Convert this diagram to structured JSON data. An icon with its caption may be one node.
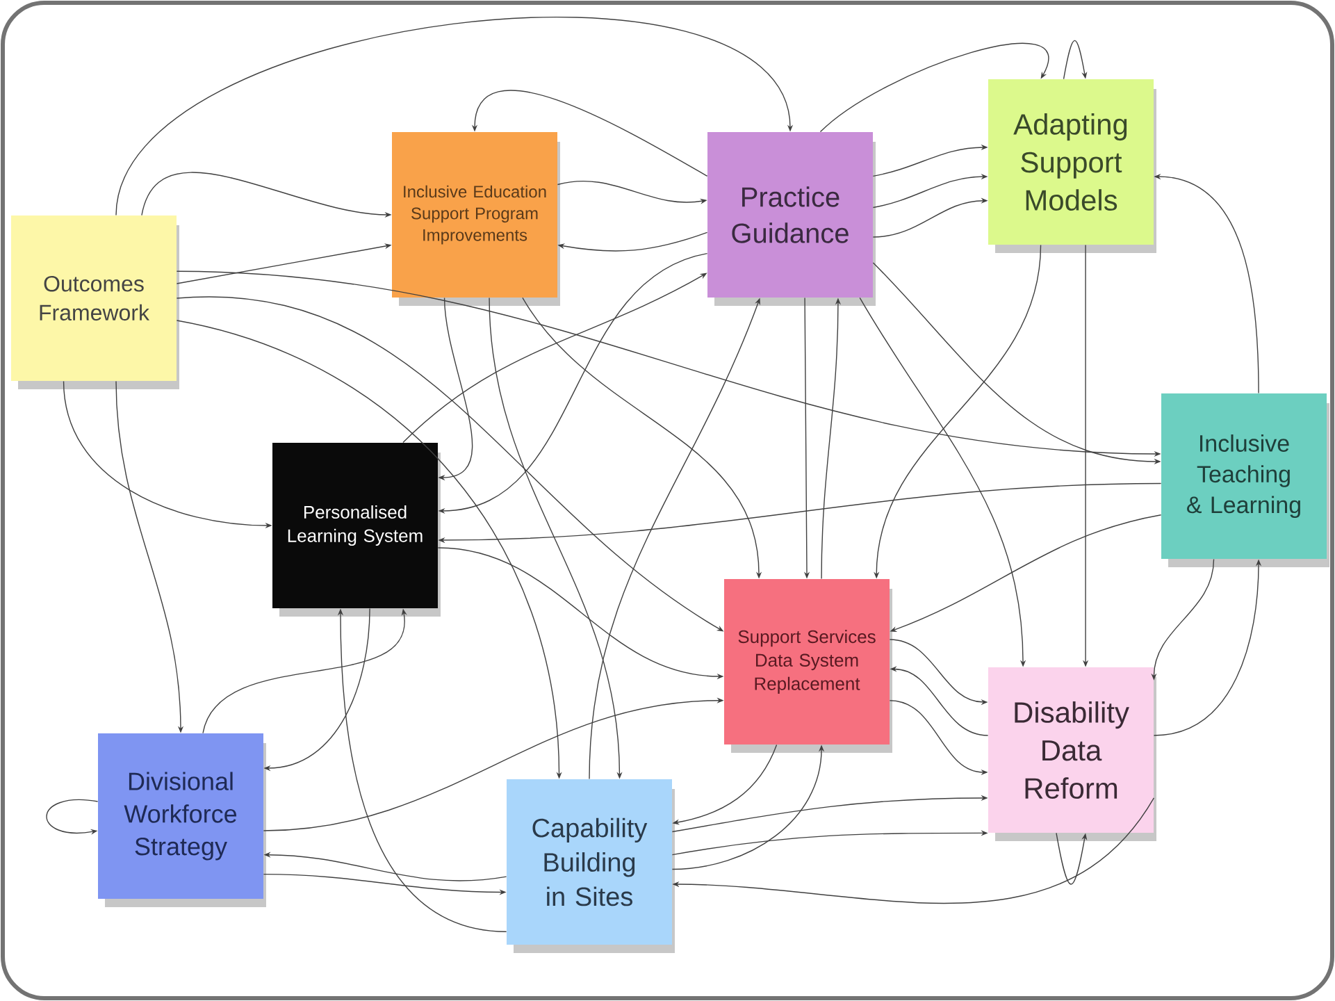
{
  "diagram": {
    "nodes": [
      {
        "text": [
          "Outcomes Framework"
        ]
      },
      {
        "text": [
          "Inclusive Education Support Program Improvements"
        ]
      },
      {
        "text": [
          "Practice Guidance"
        ]
      },
      {
        "text": [
          "Adapting Support Models"
        ]
      },
      {
        "text": [
          "Personalised Learning System"
        ]
      },
      {
        "text": [
          "Inclusive Teaching & Learning"
        ]
      },
      {
        "text": [
          "Support Services Data System Replacement"
        ]
      },
      {
        "text": [
          "Divisional Workforce Strategy"
        ]
      },
      {
        "text": [
          "Capability Building in Sites"
        ]
      },
      {
        "text": [
          "Disability Data Reform"
        ]
      }
    ],
    "edges": [
      {
        "from": 0,
        "to": 2,
        "arrow": "to"
      },
      {
        "from": 0,
        "to": 1,
        "arrow": "to"
      },
      {
        "from": 0,
        "to": 1,
        "arrow": "to"
      },
      {
        "from": 0,
        "to": 5,
        "arrow": "to"
      },
      {
        "from": 0,
        "to": 6,
        "arrow": "to"
      },
      {
        "from": 0,
        "to": 8,
        "arrow": "to"
      },
      {
        "from": 0,
        "to": 4,
        "arrow": "to"
      },
      {
        "from": 0,
        "to": 7,
        "arrow": "to"
      },
      {
        "from": 2,
        "to": 1,
        "arrow": "to"
      },
      {
        "from": 1,
        "to": 2,
        "arrow": "to"
      },
      {
        "from": 2,
        "to": 1,
        "arrow": "to"
      },
      {
        "from": 2,
        "to": 3,
        "arrow": "to"
      },
      {
        "from": 2,
        "to": 3,
        "arrow": "to"
      },
      {
        "from": 2,
        "to": 3,
        "arrow": "to"
      },
      {
        "from": 2,
        "to": 3,
        "arrow": "to"
      },
      {
        "from": 3,
        "to": 3,
        "arrow": "to"
      },
      {
        "from": 1,
        "to": 4,
        "arrow": "to"
      },
      {
        "from": 1,
        "to": 8,
        "arrow": "to"
      },
      {
        "from": 1,
        "to": 6,
        "arrow": "to"
      },
      {
        "from": 2,
        "to": 4,
        "arrow": "to"
      },
      {
        "from": 8,
        "to": 2,
        "arrow": "to"
      },
      {
        "from": 2,
        "to": 6,
        "arrow": "to"
      },
      {
        "from": 6,
        "to": 2,
        "arrow": "to"
      },
      {
        "from": 2,
        "to": 9,
        "arrow": "to"
      },
      {
        "from": 3,
        "to": 6,
        "arrow": "to"
      },
      {
        "from": 3,
        "to": 9,
        "arrow": "to"
      },
      {
        "from": 5,
        "to": 3,
        "arrow": "to"
      },
      {
        "from": 2,
        "to": 5,
        "arrow": "to"
      },
      {
        "from": 5,
        "to": 4,
        "arrow": "to"
      },
      {
        "from": 5,
        "to": 6,
        "arrow": "to"
      },
      {
        "from": 5,
        "to": 9,
        "arrow": "to"
      },
      {
        "from": 9,
        "to": 5,
        "arrow": "to"
      },
      {
        "from": 9,
        "to": 8,
        "arrow": "to"
      },
      {
        "from": 9,
        "to": 9,
        "arrow": "to"
      },
      {
        "from": 6,
        "to": 9,
        "arrow": "to"
      },
      {
        "from": 9,
        "to": 6,
        "arrow": "to"
      },
      {
        "from": 6,
        "to": 9,
        "arrow": "to"
      },
      {
        "from": 4,
        "to": 6,
        "arrow": "to"
      },
      {
        "from": 4,
        "to": 7,
        "arrow": "to"
      },
      {
        "from": 7,
        "to": 4,
        "arrow": "to"
      },
      {
        "from": 7,
        "to": 6,
        "arrow": "to"
      },
      {
        "from": 8,
        "to": 7,
        "arrow": "to"
      },
      {
        "from": 7,
        "to": 8,
        "arrow": "to"
      },
      {
        "from": 7,
        "to": 7,
        "arrow": "to"
      },
      {
        "from": 8,
        "to": 4,
        "arrow": "to"
      },
      {
        "from": 8,
        "to": 9,
        "arrow": "to"
      },
      {
        "from": 8,
        "to": 9,
        "arrow": "to"
      },
      {
        "from": 8,
        "to": 6,
        "arrow": "to"
      },
      {
        "from": 6,
        "to": 8,
        "arrow": "to"
      },
      {
        "from": 4,
        "to": 2,
        "arrow": "to"
      }
    ]
  }
}
